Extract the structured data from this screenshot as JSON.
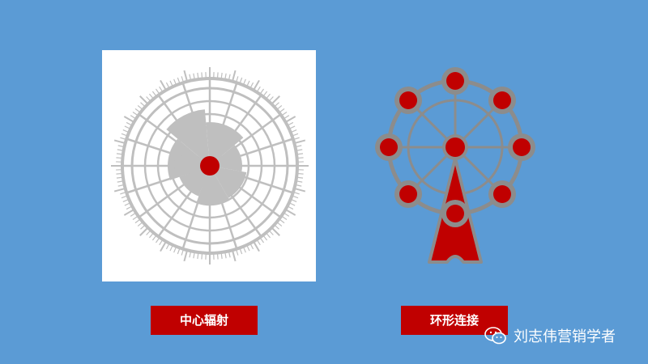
{
  "diagrams": {
    "radial_label": "中心辐射",
    "ring_label": "环形连接"
  },
  "watermark": {
    "text": "刘志伟营销学者",
    "icon": "wechat-icon"
  },
  "colors": {
    "background": "#5b9bd5",
    "accent": "#c00000",
    "gray": "#bfbfbf",
    "dark_gray": "#8c8c8c"
  }
}
